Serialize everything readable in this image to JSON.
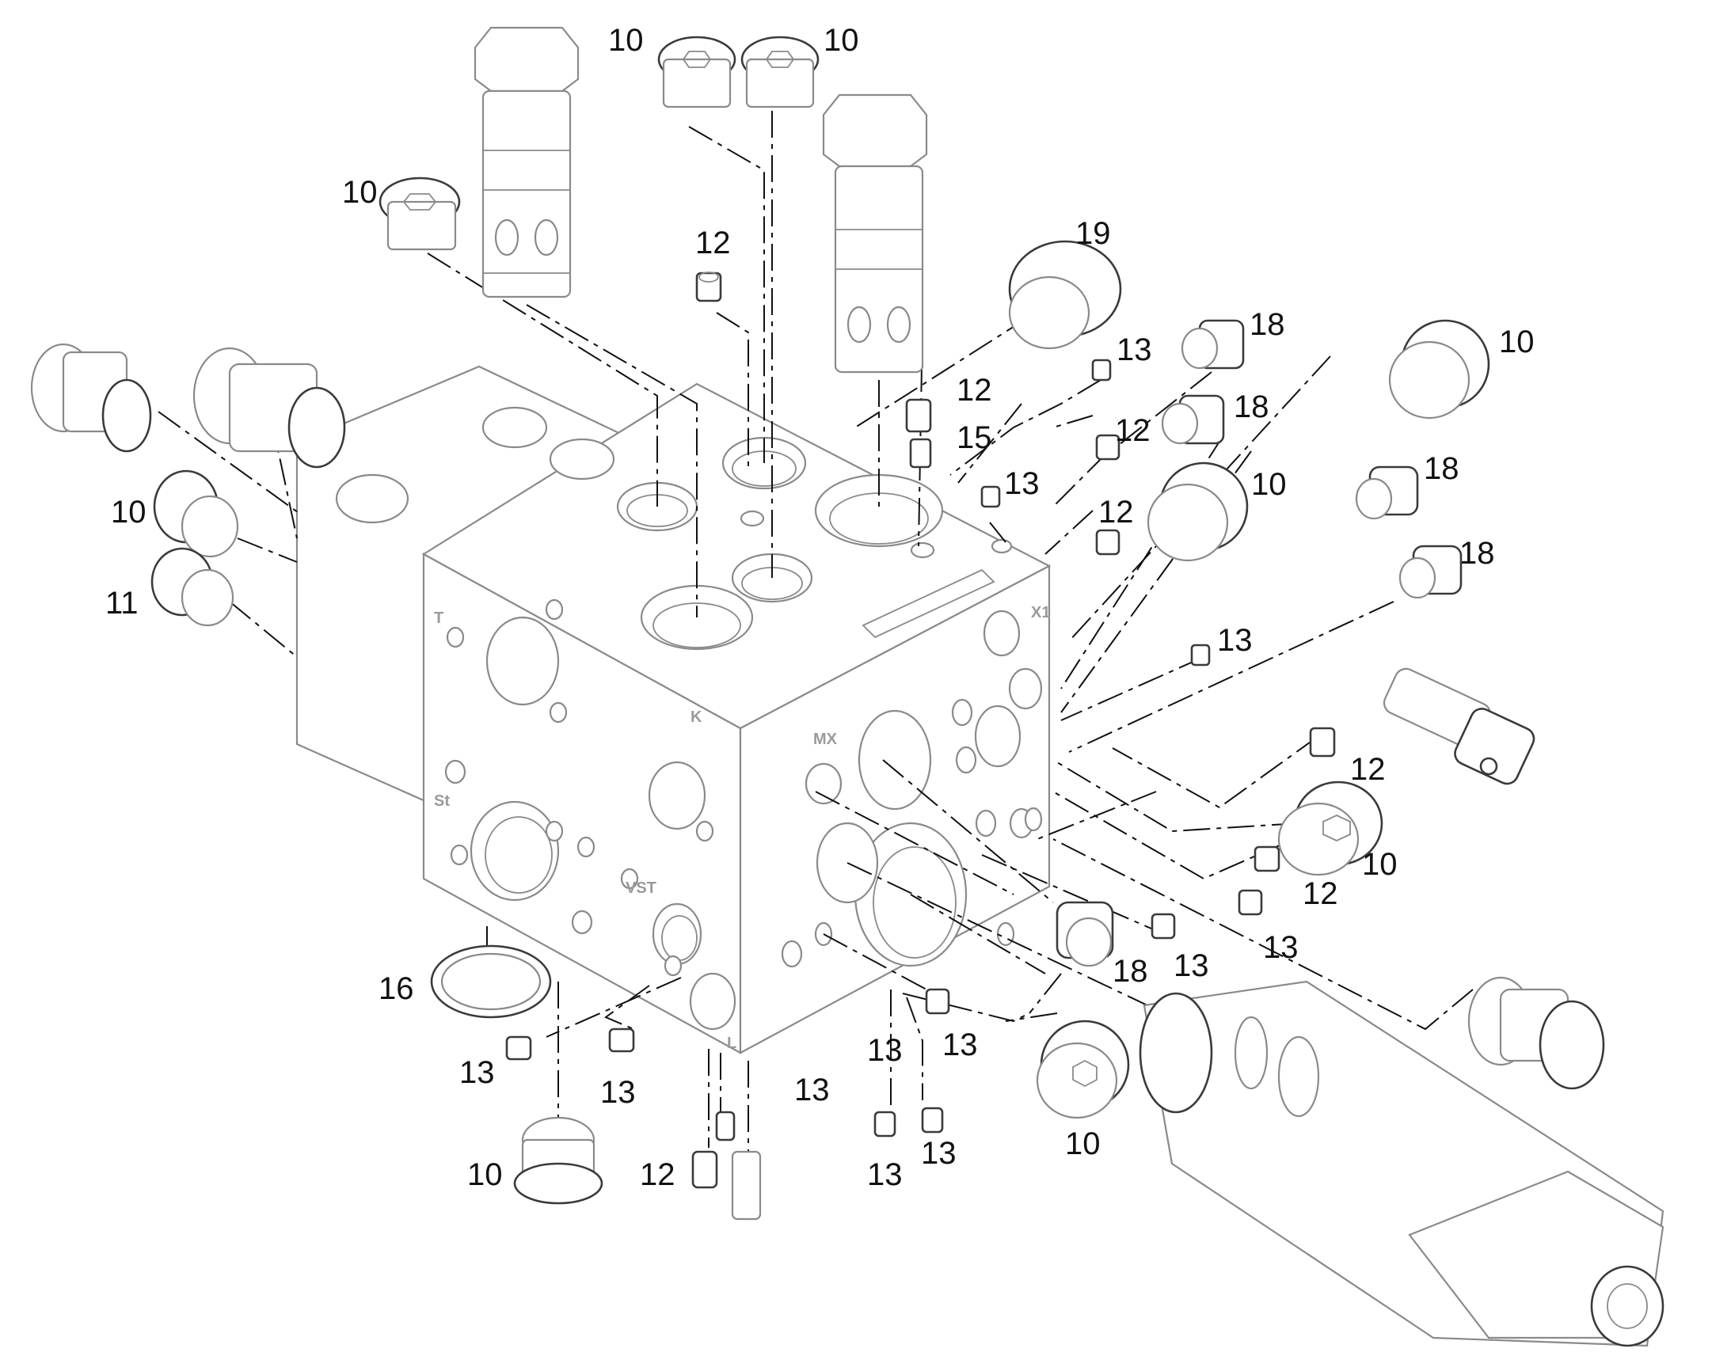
{
  "diagram": {
    "callouts": [
      {
        "id": "plug-top-left",
        "label": "10"
      },
      {
        "id": "plug-top-right",
        "label": "10"
      },
      {
        "id": "plug-upper-left",
        "label": "10"
      },
      {
        "id": "screw-top",
        "label": "12"
      },
      {
        "id": "cap-19",
        "label": "19"
      },
      {
        "id": "screw-13-a",
        "label": "13"
      },
      {
        "id": "plug-18-a",
        "label": "18"
      },
      {
        "id": "plug-10-right",
        "label": "10"
      },
      {
        "id": "screw-12-b",
        "label": "12"
      },
      {
        "id": "orifice-15",
        "label": "15"
      },
      {
        "id": "screw-12-c",
        "label": "12"
      },
      {
        "id": "plug-18-b",
        "label": "18"
      },
      {
        "id": "screw-13-b",
        "label": "13"
      },
      {
        "id": "plug-10-mid",
        "label": "10"
      },
      {
        "id": "screw-12-d",
        "label": "12"
      },
      {
        "id": "plug-18-c",
        "label": "18"
      },
      {
        "id": "plug-18-d",
        "label": "18"
      },
      {
        "id": "plug-10-left",
        "label": "10"
      },
      {
        "id": "plug-11-left",
        "label": "11"
      },
      {
        "id": "screw-13-c",
        "label": "13"
      },
      {
        "id": "screw-12-e",
        "label": "12"
      },
      {
        "id": "plug-10-lower-right",
        "label": "10"
      },
      {
        "id": "screw-12-f",
        "label": "12"
      },
      {
        "id": "screw-13-d",
        "label": "13"
      },
      {
        "id": "screw-13-e",
        "label": "13"
      },
      {
        "id": "plug-18-e",
        "label": "18"
      },
      {
        "id": "oring-16",
        "label": "16"
      },
      {
        "id": "screw-13-f",
        "label": "13"
      },
      {
        "id": "screw-13-g",
        "label": "13"
      },
      {
        "id": "screw-13-h",
        "label": "13"
      },
      {
        "id": "screw-13-i",
        "label": "13"
      },
      {
        "id": "screw-13-j",
        "label": "13"
      },
      {
        "id": "screw-13-k",
        "label": "13"
      },
      {
        "id": "plug-10-bottom-right",
        "label": "10"
      },
      {
        "id": "plug-10-bottom",
        "label": "10"
      },
      {
        "id": "screw-12-g",
        "label": "12"
      },
      {
        "id": "screw-13-l",
        "label": "13"
      }
    ],
    "port_labels": [
      {
        "id": "port-t",
        "label": "T"
      },
      {
        "id": "port-k",
        "label": "K"
      },
      {
        "id": "port-st",
        "label": "St"
      },
      {
        "id": "port-vst",
        "label": "VST"
      },
      {
        "id": "port-l",
        "label": "L"
      },
      {
        "id": "port-mx",
        "label": "MX"
      },
      {
        "id": "port-x1",
        "label": "X1"
      }
    ]
  }
}
